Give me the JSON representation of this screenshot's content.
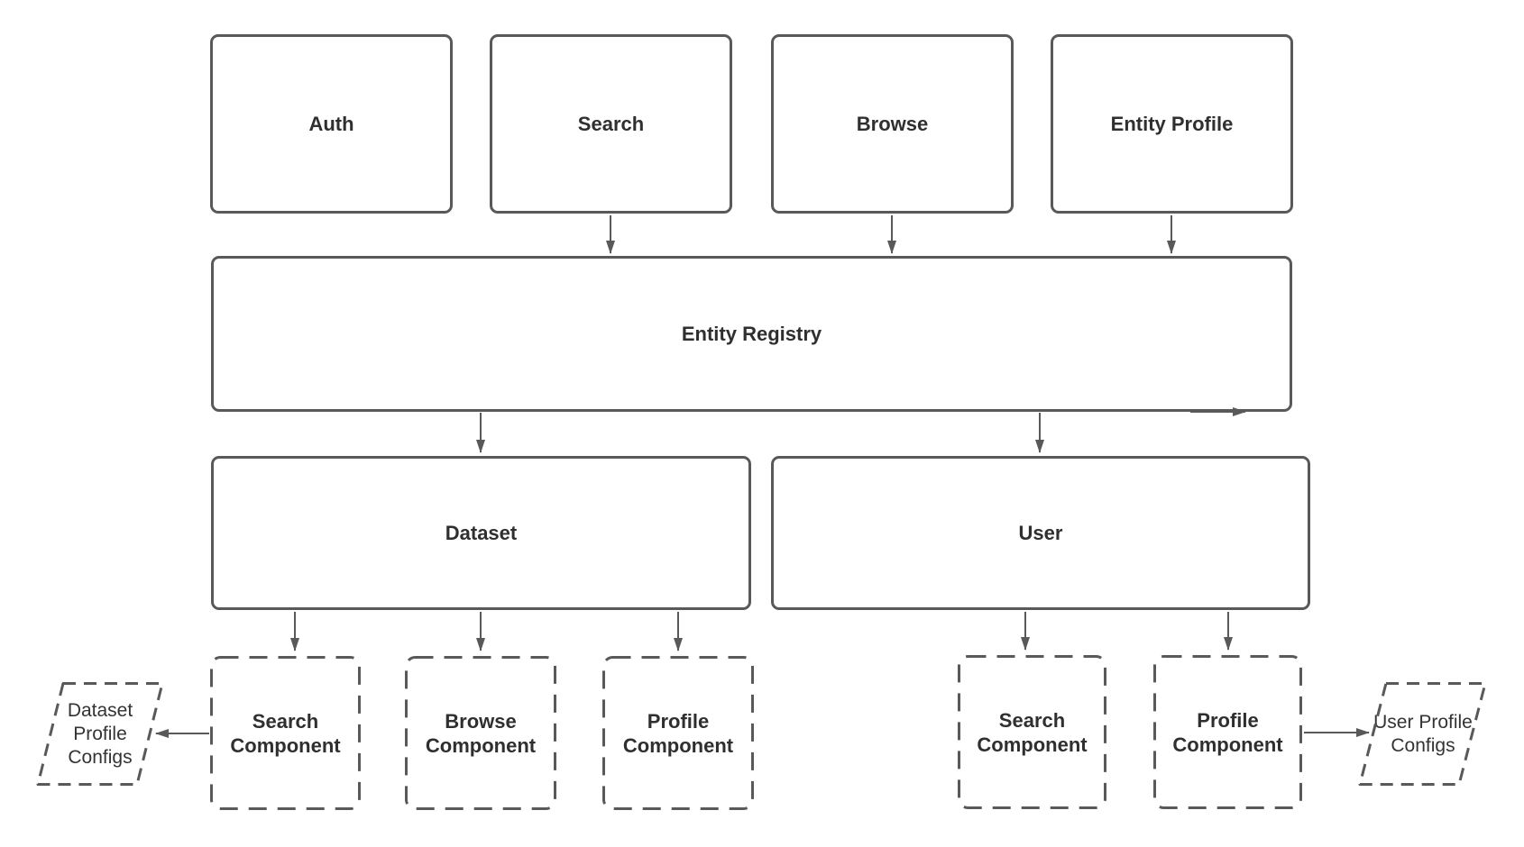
{
  "diagram": {
    "nodes": {
      "auth": {
        "label": "Auth"
      },
      "search": {
        "label": "Search"
      },
      "browse": {
        "label": "Browse"
      },
      "entity_profile": {
        "label": "Entity Profile"
      },
      "entity_registry": {
        "label": "Entity Registry"
      },
      "dataset": {
        "label": "Dataset"
      },
      "user": {
        "label": "User"
      },
      "dataset_search_component": {
        "label": "Search Component"
      },
      "dataset_browse_component": {
        "label": "Browse Component"
      },
      "dataset_profile_component": {
        "label": "Profile Component"
      },
      "user_search_component": {
        "label": "Search Component"
      },
      "user_profile_component": {
        "label": "Profile Component"
      },
      "dataset_profile_configs": {
        "label": "Dataset Profile Configs"
      },
      "user_profile_configs": {
        "label": "User Profile Configs"
      }
    },
    "edges": [
      {
        "from": "Search",
        "to": "Entity Registry"
      },
      {
        "from": "Browse",
        "to": "Entity Registry"
      },
      {
        "from": "Entity Profile",
        "to": "Entity Registry"
      },
      {
        "from": "Entity Registry",
        "to": "Dataset"
      },
      {
        "from": "Entity Registry",
        "to": "User"
      },
      {
        "from": "Entity Registry",
        "to": "(right-pointing arrowhead on bottom edge near right corner)"
      },
      {
        "from": "Dataset",
        "to": "Search Component"
      },
      {
        "from": "Dataset",
        "to": "Browse Component"
      },
      {
        "from": "Dataset",
        "to": "Profile Component"
      },
      {
        "from": "User",
        "to": "Search Component"
      },
      {
        "from": "User",
        "to": "Profile Component"
      },
      {
        "from": "Search Component",
        "to": "Dataset Profile Configs"
      },
      {
        "from": "Profile Component",
        "to": "User Profile Configs"
      }
    ],
    "colors": {
      "stroke": "#595959",
      "text": "#2f2f2f",
      "background": "#ffffff"
    }
  }
}
